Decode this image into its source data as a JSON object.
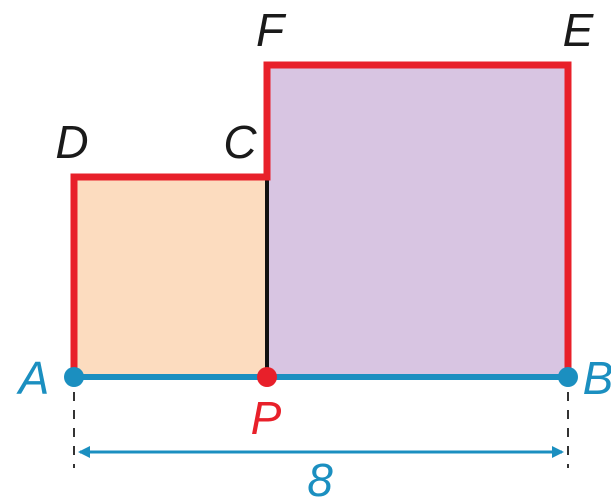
{
  "diagram": {
    "labels": {
      "A": "A",
      "B": "B",
      "C": "C",
      "D": "D",
      "E": "E",
      "F": "F",
      "P": "P"
    },
    "measurement": "8"
  },
  "colors": {
    "outline": "#e8202a",
    "segment": "#1b8fc0",
    "divider": "#111111",
    "small_square_fill": "#fcdcbf",
    "large_square_fill": "#d8c5e2",
    "label_text": "#1a1a1a",
    "label_point_p": "#e8202a",
    "label_segment": "#1b8fc0",
    "point_endpoint": "#1b8fc0",
    "point_p": "#e8202a"
  }
}
